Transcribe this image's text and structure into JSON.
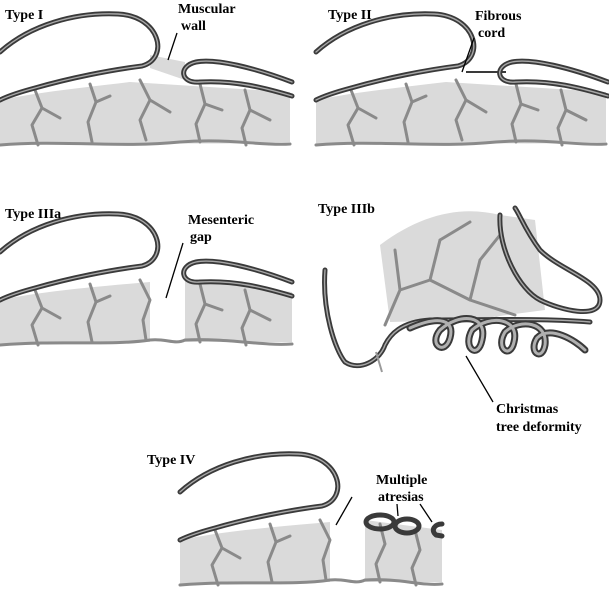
{
  "panels": {
    "type1": {
      "title": "Type I",
      "label_line1": "Muscular",
      "label_line2": "wall"
    },
    "type2": {
      "title": "Type II",
      "label_line1": "Fibrous",
      "label_line2": "cord"
    },
    "type3a": {
      "title": "Type IIIa",
      "label_line1": "Mesenteric",
      "label_line2": "gap"
    },
    "type3b": {
      "title": "Type IIIb",
      "label_line1": "Christmas",
      "label_line2": "tree deformity"
    },
    "type4": {
      "title": "Type IV",
      "label_line1": "Multiple",
      "label_line2": "atresias"
    }
  },
  "colors": {
    "mesentery": "#dadada",
    "bowel_wall": "#3a3a3a",
    "vessel": "#8a8a8a"
  }
}
